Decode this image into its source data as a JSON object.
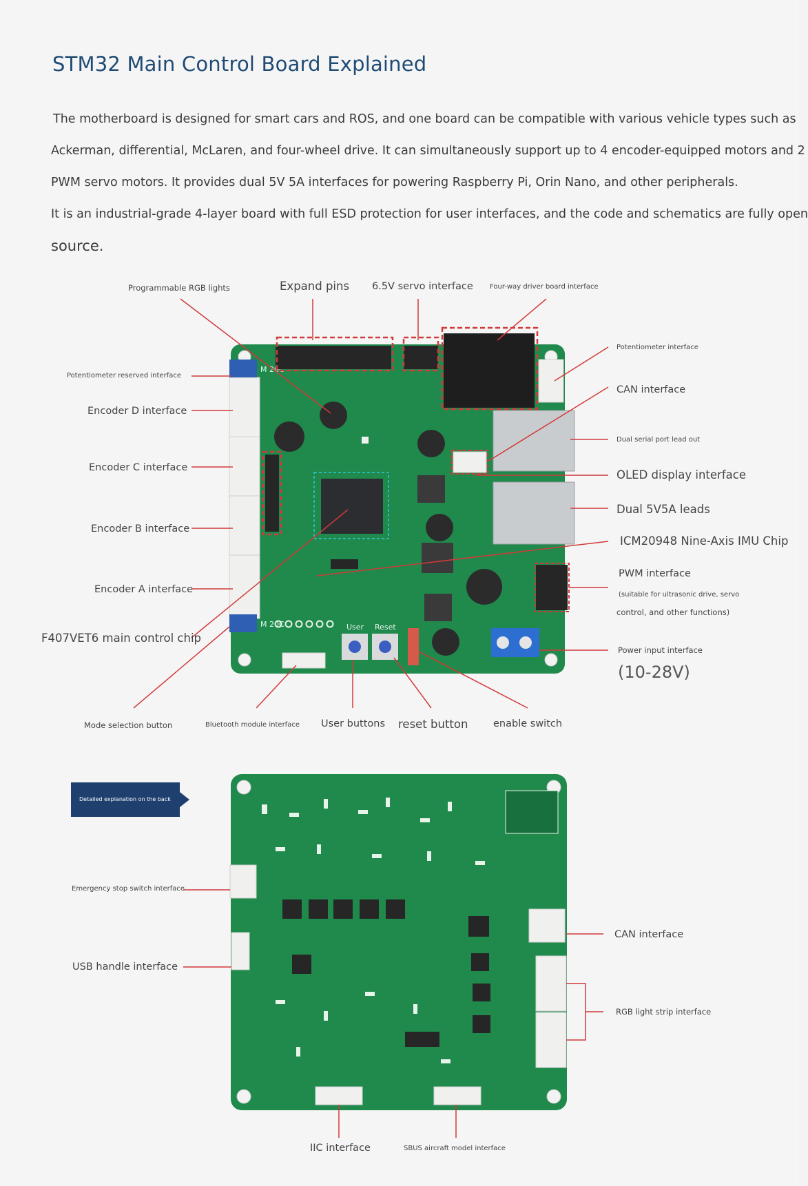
{
  "title": "STM32 Main Control Board Explained",
  "intro": [
    "The motherboard is designed for smart cars and ROS, and one board can be compatible with various vehicle types such as",
    "Ackerman, differential, McLaren, and four-wheel drive. It can simultaneously support up to 4 encoder-equipped motors and 2",
    "PWM servo motors. It provides dual 5V 5A interfaces for powering Raspberry Pi, Orin Nano, and other peripherals.",
    "It is an industrial-grade 4-layer board with full ESD protection for user interfaces, and the code and schematics are fully open",
    "source."
  ],
  "front": {
    "top_labels": [
      "Programmable RGB lights",
      "Expand pins",
      "6.5V servo interface",
      "Four-way driver board interface"
    ],
    "left_labels": [
      "Potentiometer reserved interface",
      "Encoder D interface",
      "Encoder C interface",
      "Encoder B interface",
      "Encoder A interface",
      "F407VET6 main control chip"
    ],
    "right_labels": [
      "Potentiometer interface",
      "CAN interface",
      "Dual serial port lead out",
      "OLED display interface",
      "Dual 5V5A leads",
      "ICM20948 Nine-Axis IMU Chip",
      "PWM interface",
      "(suitable for ultrasonic drive, servo",
      "control, and other functions)",
      "Power input interface",
      "(10-28V)"
    ],
    "bottom_labels": [
      "Mode selection button",
      "Bluetooth module interface",
      "User buttons",
      "reset button",
      "enable switch"
    ],
    "silk": [
      "User",
      "Reset",
      "M 20C",
      "M 20C"
    ]
  },
  "back": {
    "tag": "Detailed explanation on the back",
    "left_labels": [
      "Emergency stop switch interface",
      "USB handle interface"
    ],
    "right_labels": [
      "CAN interface",
      "RGB light strip interface"
    ],
    "bottom_labels": [
      "IIC interface",
      "SBUS aircraft model interface"
    ]
  },
  "colors": {
    "title": "#1f4b74",
    "pcb": "#1f8a4c",
    "pcb_dark": "#17703d",
    "callout": "#d23a3a",
    "tag_bg": "#1f3f6e"
  }
}
